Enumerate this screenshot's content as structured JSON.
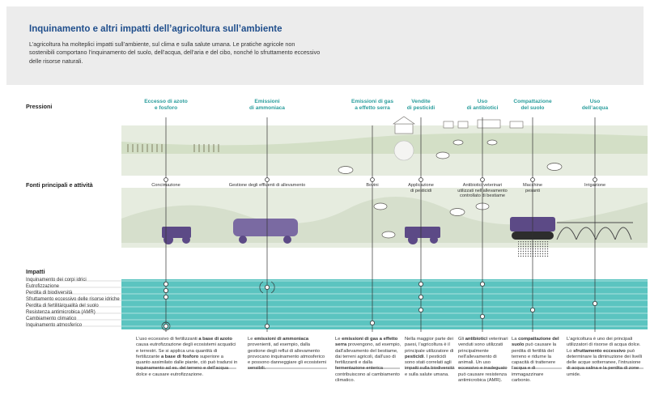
{
  "header": {
    "title": "Inquinamento e altri impatti dell’agricoltura sull’ambiente",
    "intro": "L’agricoltura ha molteplici impatti sull’ambiente, sul clima e sulla salute umana. Le pratiche agricole non sostenibili comportano l’inquinamento del suolo, dell’acqua, dell’aria e del cibo, nonché lo sfruttamento eccessivo delle risorse naturali."
  },
  "rows": {
    "pressures": "Pressioni",
    "sources": "Fonti principali e attività",
    "impacts": "Impatti"
  },
  "pressures": [
    {
      "l1": "Eccesso di azoto",
      "l2": "e fosforo"
    },
    {
      "l1": "Emissioni",
      "l2": "di ammoniaca"
    },
    {
      "l1": "Emissioni di gas",
      "l2": "a effetto serra"
    },
    {
      "l1": "Vendite",
      "l2": "di pesticidi"
    },
    {
      "l1": "Uso",
      "l2": "di antibiotici"
    },
    {
      "l1": "Compattazione",
      "l2": "del suolo"
    },
    {
      "l1": "Uso",
      "l2": "dell’acqua"
    }
  ],
  "sources": [
    {
      "l1": "Concimazione",
      "l2": "",
      "l3": ""
    },
    {
      "l1": "Gestione degli effluenti di allevamento",
      "l2": "",
      "l3": ""
    },
    {
      "l1": "Bovini",
      "l2": "",
      "l3": ""
    },
    {
      "l1": "Applicazione",
      "l2": "di pesticidi",
      "l3": ""
    },
    {
      "l1": "Antibiotici veterinari",
      "l2": "utilizzati nell’allevamento",
      "l3": "controllato di bestiame"
    },
    {
      "l1": "Macchine",
      "l2": "pesanti",
      "l3": ""
    },
    {
      "l1": "Irrigazione",
      "l2": "",
      "l3": ""
    }
  ],
  "impacts": [
    "Inquinamento dei corpi idrici",
    "Eutrofizzazione",
    "Perdita di biodiversità",
    "Sfruttamento eccessivo delle risorse idriche",
    "Perdita di fertilità/qualità del suolo",
    "Resistenza antimicrobica (AMR)",
    "Cambiamento climatico",
    "Inquinamento atmosferico"
  ],
  "descriptions": {
    "d1": {
      "p1": "L’uso eccessivo di fertilizzanti ",
      "b1": "a base di azoto",
      "p2": " causa eutrofizzazione degli ecosistemi acquatici e terrestri. Se si applica una quantità di fertilizzante ",
      "b2": "a base di fosforo",
      "p3": " superiore a quanto assimilato dalle piante, ciò può tradursi in inquinamento ad es. del terreno e dell’acqua dolce e causare eutrofizzazione."
    },
    "d2": {
      "p1": "Le ",
      "b1": "emissioni di ammoniaca",
      "p2": " provenienti, ad esempio, dalla gestione degli reflui di allevamento provocano inquinamento atmosferico e possono danneggiare gli ecosistemi sensibili."
    },
    "d3": {
      "p1": "Le ",
      "b1": "emissioni di gas a effetto serra",
      "p2": " provengono, ad esempio, dall’allevamento del bestiame, dai terreni agricoli, dall’uso di fertilizzanti e dalla fermentazione enterica contribuiscono al cambiamento climatico."
    },
    "d4": {
      "p1": "Nella maggior parte dei paesi, l’agricoltura è il principale utilizzatore di ",
      "b1": "pesticidi",
      "p2": ". I pesticidi sono stati correlati agli impatti sulla biodiversità e sulla salute umana."
    },
    "d5": {
      "p1": "Gli ",
      "b1": "antibiotici",
      "p2": " veterinari venduti sono utilizzati principalmente nell’allevamento di animali. Un uso eccessivo e inadeguato può causare resistenza antimicrobica (AMR)."
    },
    "d6": {
      "p1": "La ",
      "b1": "compattazione del suolo",
      "p2": " può causare la perdita di fertilità del terreno e ridurne la capacità di trattenere l’acqua e di immagazzinare carbonio."
    },
    "d7": {
      "p1": "L’agricoltura è uno dei principali utilizzatori di risorse di acqua dolce. Lo ",
      "b1": "sfruttamento eccessivo",
      "p2": " può determinare la diminuzione dei livelli delle acque sotterranee, l’intrusione di acqua salina e la perdita di zone umide."
    }
  },
  "colors": {
    "teal": "#2a9d9c",
    "band": "#5bc4c0",
    "land": "#dfe8d6",
    "machine": "#5c4a86",
    "title": "#1f4e8c"
  }
}
